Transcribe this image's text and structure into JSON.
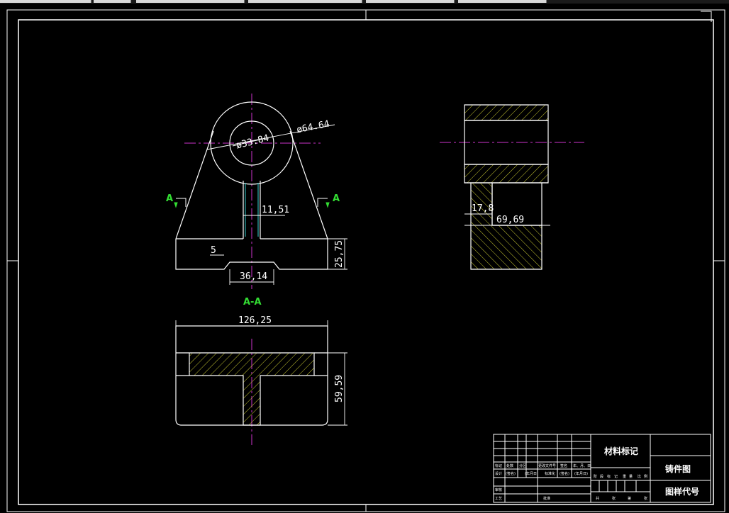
{
  "colors": {
    "background": "#000000",
    "line": "#ffffff",
    "centerline": "#cc33cc",
    "hatch": "#c8c832",
    "section_label": "#33dd33",
    "hidden_edge": "#33cccc"
  },
  "front_view": {
    "dia_inner": "ø33.84",
    "dia_outer": "ø64.64",
    "slot_width": "11,51",
    "step": "5",
    "notch": "36,14",
    "base_height": "25,75",
    "section_mark_left": "A",
    "section_mark_right": "A"
  },
  "section_view": {
    "label": "A-A",
    "width": "126,25",
    "height": "59,59"
  },
  "side_view": {
    "dim_a": "17,8",
    "dim_b": "69,69"
  },
  "title_block": {
    "material_label": "材料标记",
    "drawing_name": "铸件图",
    "drawing_code_label": "图样代号",
    "small_row_labels": [
      "标记",
      "处数",
      "分区",
      "更改文件号",
      "签名",
      "年、月、日"
    ],
    "small_row2": [
      "设计",
      "(签名)",
      "(年月日)",
      "标准化",
      "(签名)",
      "(年月日)"
    ],
    "small_row3": [
      "审核"
    ],
    "small_row4": [
      "工艺",
      "批准"
    ],
    "stage_labels": [
      "阶",
      "段",
      "标",
      "记",
      "重",
      "量",
      "比",
      "例"
    ],
    "sheet_labels": [
      "共",
      "张",
      "第",
      "张"
    ]
  }
}
